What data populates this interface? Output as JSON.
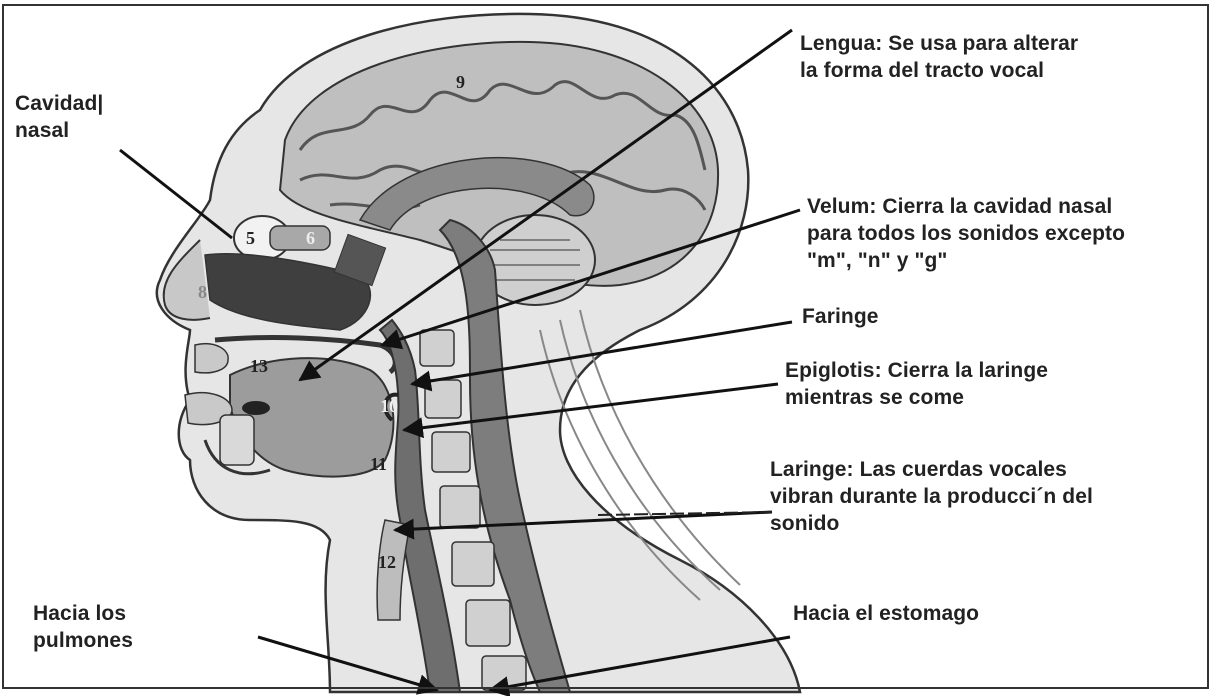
{
  "diagram": {
    "labels": {
      "nasal": [
        "Cavidad|",
        "nasal"
      ],
      "lengua": [
        "Lengua: Se usa para alterar",
        "la forma del tracto vocal"
      ],
      "velum": [
        "Velum: Cierra la cavidad nasal",
        "para todos los sonidos excepto",
        "\"m\", \"n\" y \"g\""
      ],
      "faringe": [
        "Faringe"
      ],
      "epiglotis": [
        "Epiglotis: Cierra la laringe",
        "mientras se come"
      ],
      "laringe": [
        "Laringe: Las cuerdas vocales",
        "vibran durante la producci´n del",
        "sonido"
      ],
      "pulmones": [
        "Hacia los",
        "pulmones"
      ],
      "estomago": [
        "Hacia el estomago"
      ]
    },
    "anatomy_numbers": [
      "9",
      "5",
      "6",
      "8",
      "13",
      "10",
      "11",
      "12"
    ],
    "colors": {
      "ink": "#222222",
      "tissue": "#9a9a9a",
      "dark": "#4a4a4a",
      "light": "#d8d8d8"
    }
  }
}
